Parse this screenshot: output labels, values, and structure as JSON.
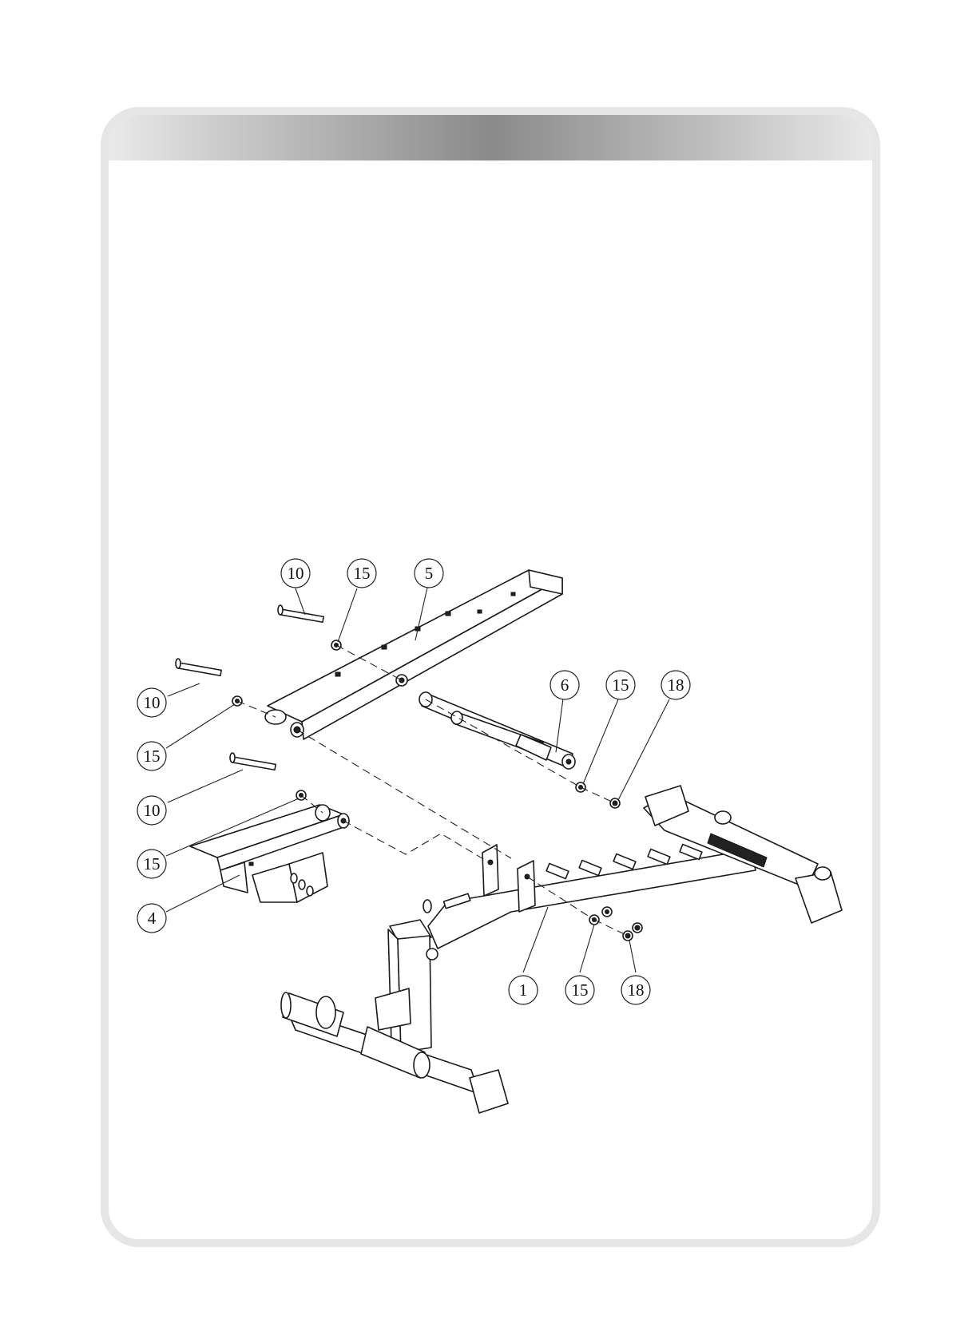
{
  "colors": {
    "panel_border": "#e6e6e6",
    "header_gradient_center": "#8a8a8a",
    "line": "#1a1a1a"
  },
  "callouts": [
    {
      "id": "c-10-top",
      "label": "10"
    },
    {
      "id": "c-15-top",
      "label": "15"
    },
    {
      "id": "c-5",
      "label": "5"
    },
    {
      "id": "c-6",
      "label": "6"
    },
    {
      "id": "c-15-mid",
      "label": "15"
    },
    {
      "id": "c-18-mid",
      "label": "18"
    },
    {
      "id": "c-10-left",
      "label": "10"
    },
    {
      "id": "c-15-left",
      "label": "15"
    },
    {
      "id": "c-10-left2",
      "label": "10"
    },
    {
      "id": "c-15-left2",
      "label": "15"
    },
    {
      "id": "c-4",
      "label": "4"
    },
    {
      "id": "c-1",
      "label": "1"
    },
    {
      "id": "c-15-bottom",
      "label": "15"
    },
    {
      "id": "c-18-bottom",
      "label": "18"
    }
  ]
}
